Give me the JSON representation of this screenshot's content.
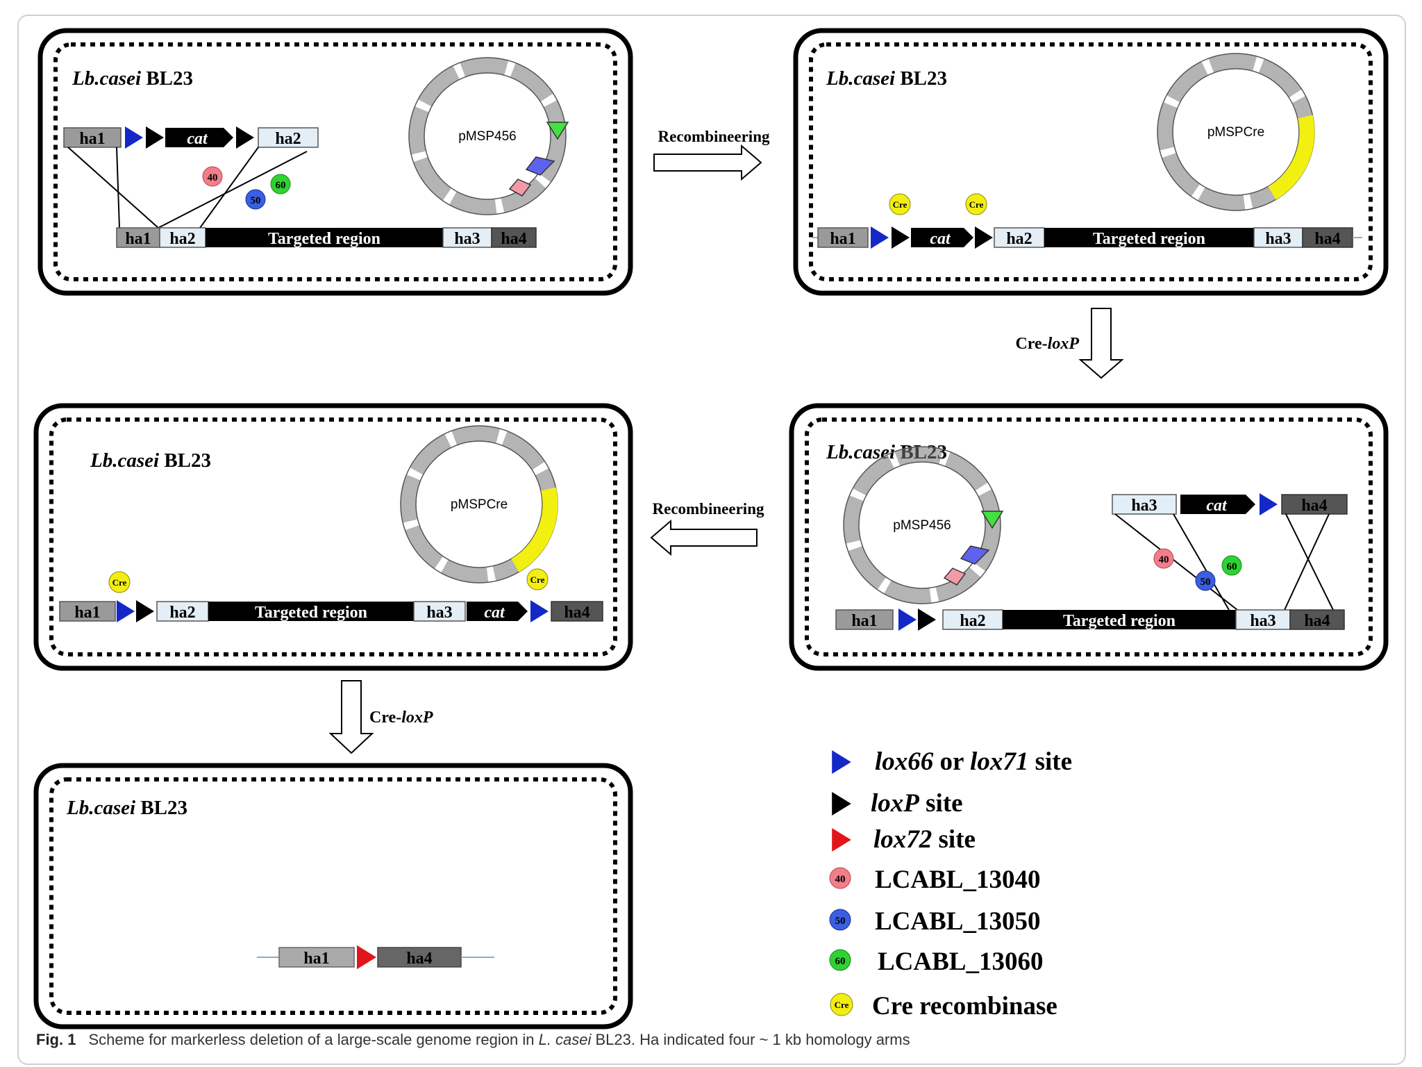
{
  "organism": "Lb.casei BL23",
  "organism_italic": "Lb.casei",
  "organism_strain": "BL23",
  "segments": {
    "ha1": "ha1",
    "ha2": "ha2",
    "ha3": "ha3",
    "ha4": "ha4",
    "cat": "cat",
    "targeted": "Targeted region"
  },
  "plasmids": {
    "p456": "pMSP456",
    "pcre": "pMSPCre"
  },
  "badges": {
    "b40": "40",
    "b50": "50",
    "b60": "60",
    "cre": "Cre"
  },
  "steps": {
    "recombineering": "Recombineering",
    "creloxp_prefix": "Cre-",
    "creloxp_italic": "loxP"
  },
  "legend": {
    "lox66_a": "lox66",
    "lox66_or": " or ",
    "lox66_b": "lox71",
    "lox66_site": " site",
    "loxp_a": "loxP",
    "loxp_site": " site",
    "lox72_a": "lox72",
    "lox72_site": " site",
    "g40": "LCABL_13040",
    "g50": "LCABL_13050",
    "g60": "LCABL_13060",
    "cre": "Cre recombinase"
  },
  "colors": {
    "blue_loxsite": "#1428c8",
    "black_loxp": "#000000",
    "red_lox72": "#e0161b",
    "badge40": "#f07f8a",
    "badge50": "#3a5fe0",
    "badge60": "#2fd232",
    "cre": "#f3ee12",
    "gene_green": "#44e044",
    "gene_blue": "#5d63f0",
    "gene_pink": "#f29aa8",
    "gene_yellow": "#f2f00f"
  },
  "caption": {
    "label": "Fig. 1",
    "text_before": "Scheme for markerless deletion of a large-scale genome region in ",
    "species": "L. casei",
    "text_after": " BL23. Ha indicated four ~ 1 kb homology arms"
  }
}
